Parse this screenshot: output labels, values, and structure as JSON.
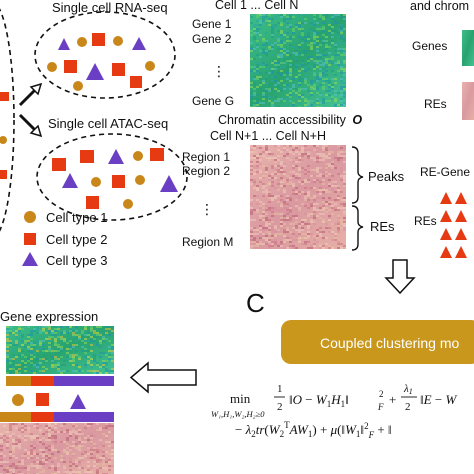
{
  "top_left": {
    "rna_title": "Single cell RNA-seq",
    "atac_title": "Single cell ATAC-seq",
    "legend": [
      {
        "label": "Cell type 1",
        "shape": "circle",
        "color": "#c9871a"
      },
      {
        "label": "Cell type 2",
        "shape": "square",
        "color": "#e53a12"
      },
      {
        "label": "Cell type 3",
        "shape": "triangle",
        "color": "#6b3fc4"
      }
    ]
  },
  "rna_matrix": {
    "col_header": "Cell 1 ... Cell N",
    "rows": [
      "Gene 1",
      "Gene 2",
      "⋮",
      "Gene G"
    ]
  },
  "atac_matrix": {
    "title": "Chromatin accessibility",
    "title_symbol": "O",
    "col_header": "Cell N+1 ... Cell N+H",
    "rows": [
      "Region 1",
      "Region 2",
      "⋮",
      "Region M"
    ],
    "brackets": [
      "Peaks",
      "REs"
    ]
  },
  "right_column": {
    "header": "and chrom",
    "genes_label": "Genes",
    "res_label": "REs",
    "re_gene_label": "RE-Gene",
    "res_label_2": "REs"
  },
  "panel_c": {
    "label": "C",
    "banner": "Coupled clustering mo",
    "gene_expression_label": "Gene expression"
  },
  "colors": {
    "green_heatmap": "#2fb07a",
    "pink_heatmap": "#e2a9a6",
    "banner": "#c9971c",
    "circle": "#c9871a",
    "square": "#e53a12",
    "triangle": "#6b3fc4"
  }
}
